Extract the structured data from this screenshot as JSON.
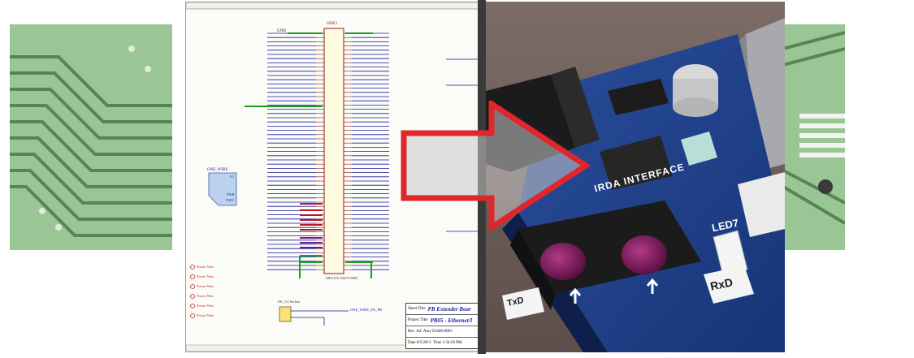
{
  "schematic": {
    "title_block": {
      "sheet_title_label": "Sheet Title",
      "sheet_title": "PB Extender Boar",
      "project_title_label": "Project Title",
      "project_title": "PB05 - Ethernet/I",
      "rev_label": "Rev.",
      "rev": "A4",
      "assy_label": "Assy",
      "assy": "D-828-0003",
      "date_label": "Date",
      "date": "6/5/2013",
      "time_label": "Time",
      "time": "1:34:50 PM"
    },
    "connector_label": "MOLEX-54475-0605",
    "header_label": "SIDE1",
    "one_wire_label": "ONE_WIRE",
    "one_wire_pins": [
      "IO",
      "PWR",
      "FSDI"
    ],
    "ground_label": "GND",
    "power_net_label": "Power Nets",
    "socket_label": "1W_1/2 Socket",
    "bottom_net_label": "ONE_WIRE_EN_PB"
  },
  "render": {
    "board_label": "IRDA INTERFACE",
    "led_label": "LED7",
    "txd_label": "TxD",
    "rxd_label": "RxD"
  },
  "colors": {
    "arrow_outline": "#e0262b",
    "board_blue": "#1d3d8a",
    "pcb_green": "#5a9e57",
    "ir_lens": "#7a1d5c"
  }
}
